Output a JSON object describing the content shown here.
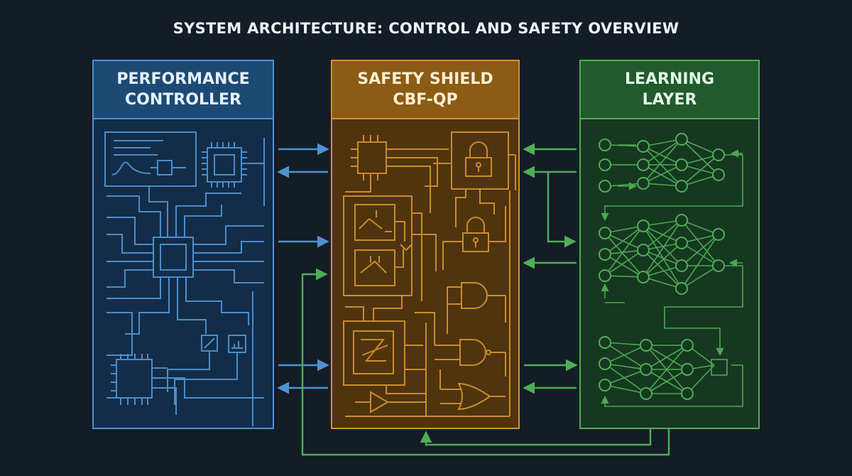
{
  "title": "SYSTEM ARCHITECTURE: CONTROL AND SAFETY OVERVIEW",
  "colors": {
    "background": "#141c26",
    "performance": "#4d93d3",
    "safety": "#d2902f",
    "learning": "#4fae57"
  },
  "panels": {
    "performance": {
      "line1": "PERFORMANCE",
      "line2": "CONTROLLER"
    },
    "safety": {
      "line1": "SAFETY SHIELD",
      "line2": "CBF-QP"
    },
    "learning": {
      "line1": "LEARNING",
      "line2": "LAYER"
    }
  },
  "icons": [
    "chip-icon",
    "lock-icon",
    "and-gate-icon",
    "or-gate-icon",
    "buffer-icon",
    "neural-node-icon"
  ]
}
